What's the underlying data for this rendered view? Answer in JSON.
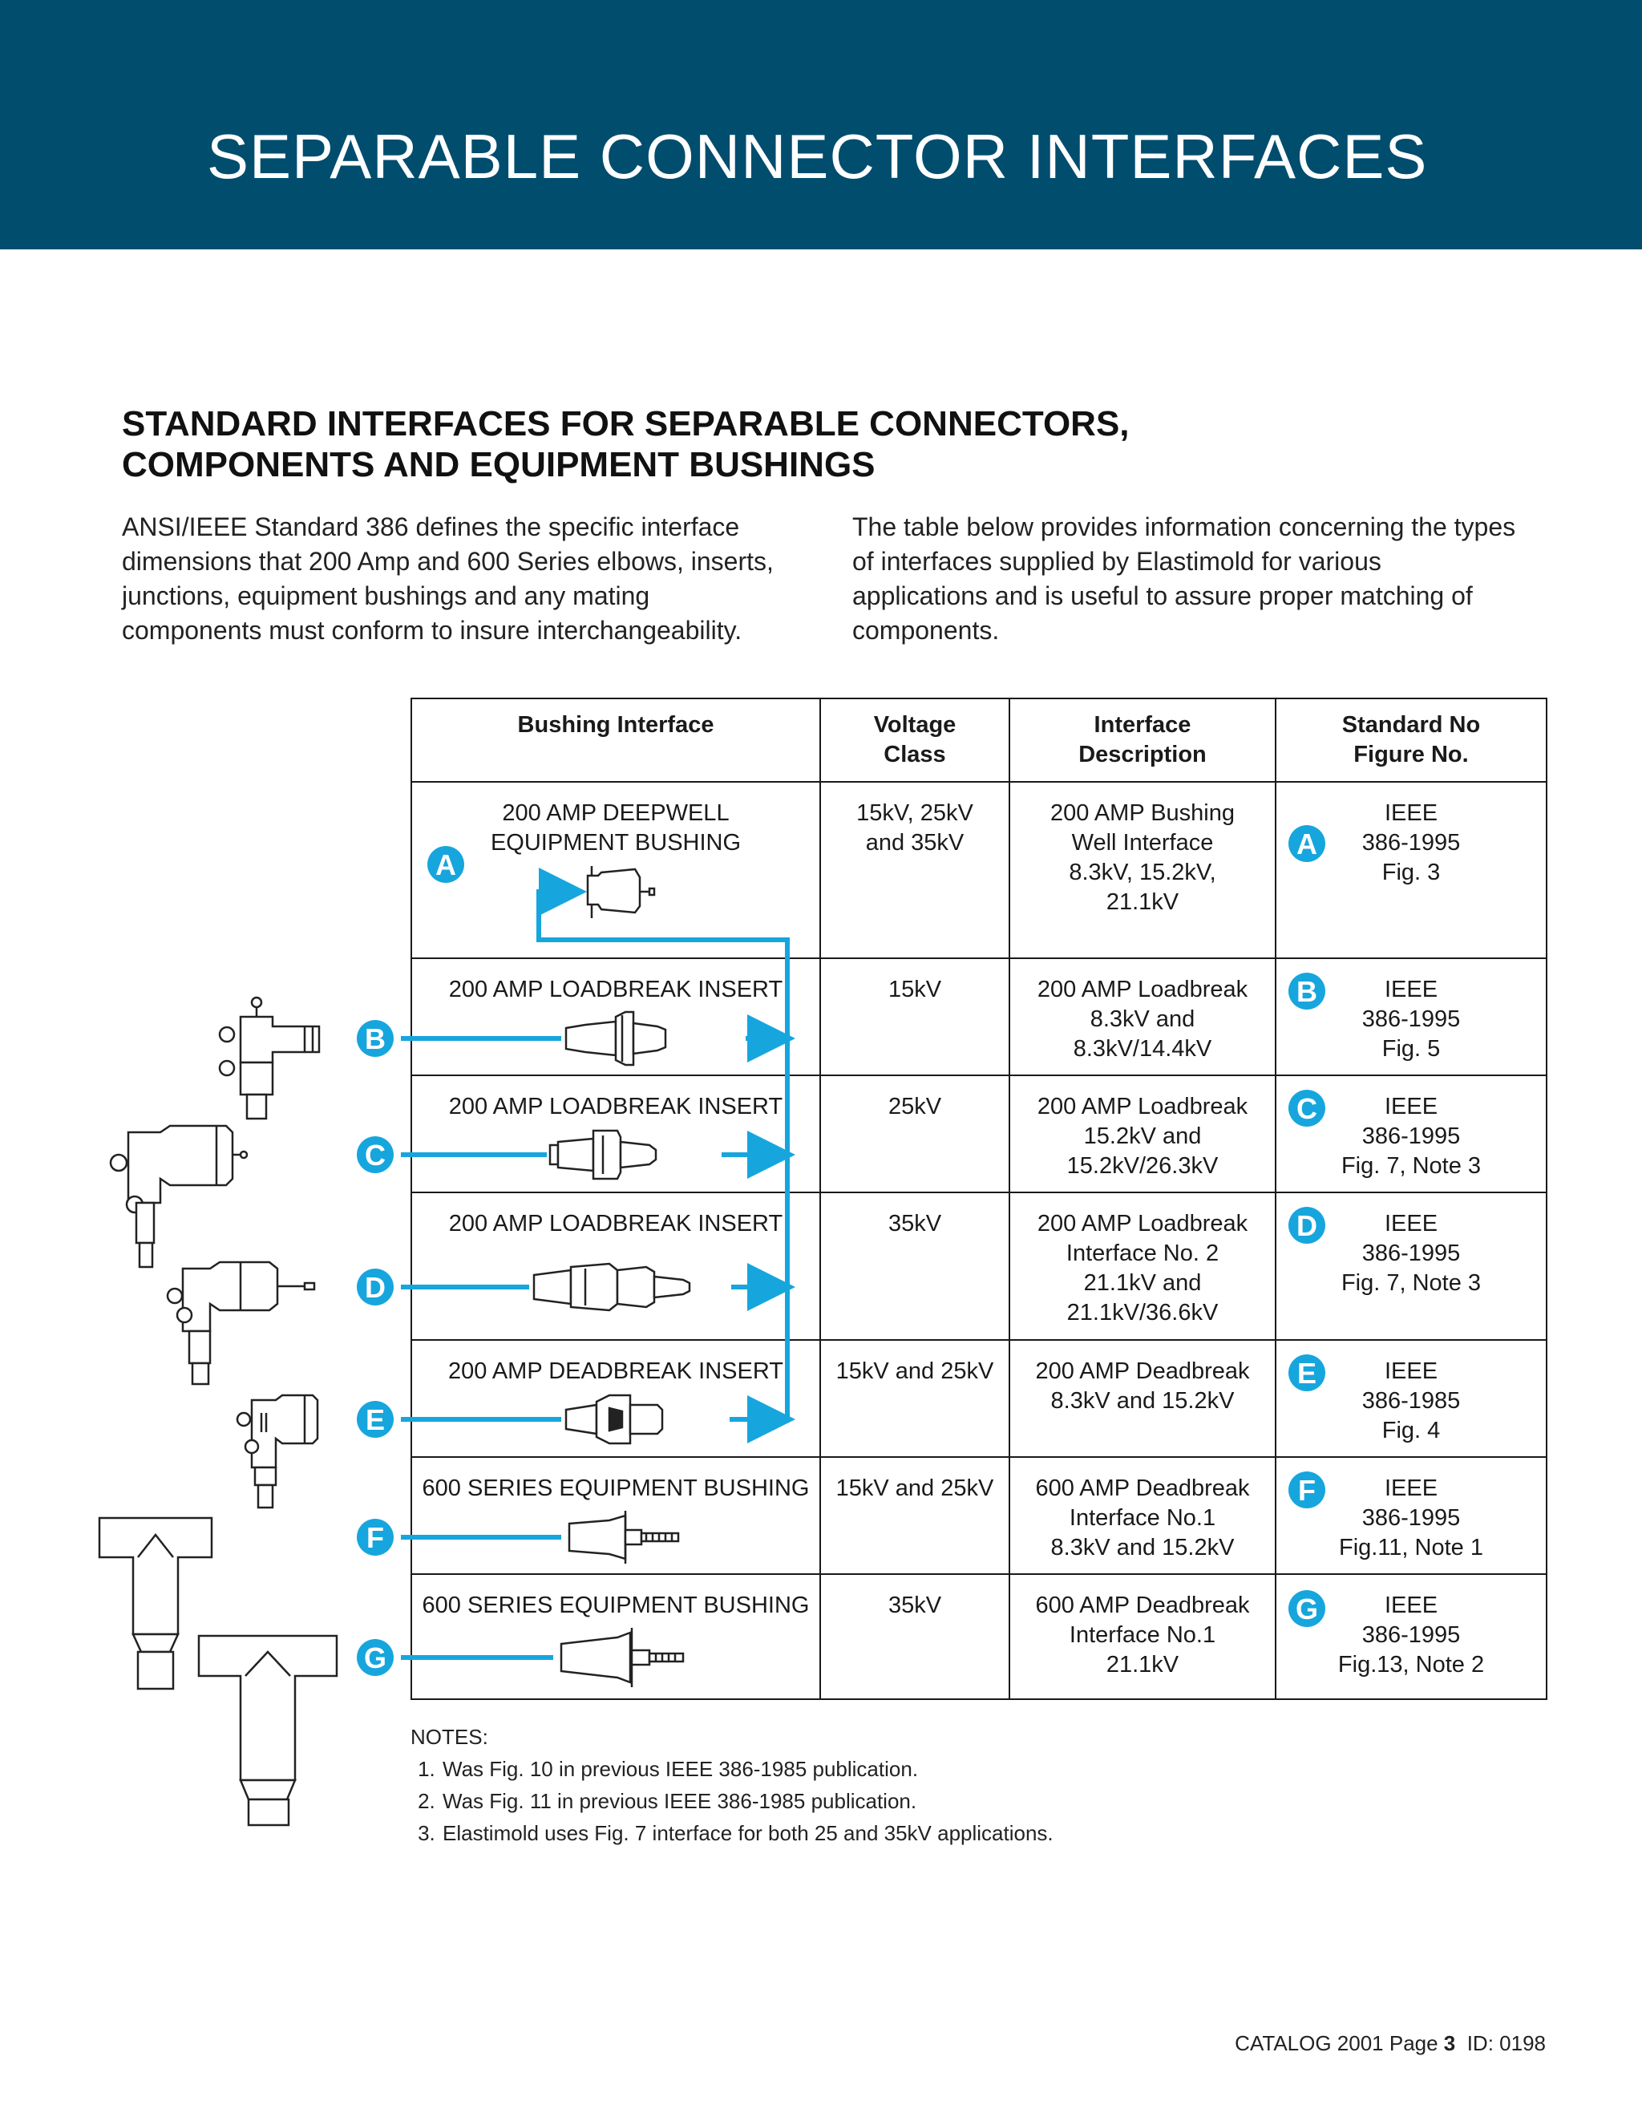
{
  "header": {
    "title": "SEPARABLE CONNECTOR INTERFACES"
  },
  "section": {
    "title_line1": "STANDARD INTERFACES FOR SEPARABLE CONNECTORS,",
    "title_line2": "COMPONENTS AND EQUIPMENT BUSHINGS",
    "intro": "ANSI/IEEE Standard 386 defines the specific interface dimensions that 200 Amp and 600 Series elbows, inserts, junctions, equipment bushings and any mating components must conform to insure interchangeability. The table below provides information concerning the types of interfaces supplied by Elastimold for various applications and is useful to assure proper matching of components."
  },
  "table": {
    "headers": {
      "bushing_line1": "Bushing Interface",
      "voltage_line1": "Voltage",
      "voltage_line2": "Class",
      "description_line1": "Interface",
      "description_line2": "Description",
      "standard_line1": "Standard No",
      "standard_line2": "Figure No."
    },
    "rows": [
      {
        "letter": "A",
        "bushing": [
          "200 AMP DEEPWELL",
          "EQUIPMENT BUSHING"
        ],
        "voltage": [
          "15kV, 25kV",
          "and 35kV"
        ],
        "description": [
          "200 AMP Bushing",
          "Well Interface",
          "8.3kV, 15.2kV,",
          "21.1kV"
        ],
        "standard": [
          "IEEE",
          "386-1995",
          "Fig. 3"
        ]
      },
      {
        "letter": "B",
        "bushing": [
          "200 AMP LOADBREAK INSERT"
        ],
        "voltage": [
          "15kV"
        ],
        "description": [
          "200 AMP Loadbreak",
          "8.3kV and",
          "8.3kV/14.4kV"
        ],
        "standard": [
          "IEEE",
          "386-1995",
          "Fig. 5"
        ]
      },
      {
        "letter": "C",
        "bushing": [
          "200 AMP LOADBREAK INSERT"
        ],
        "voltage": [
          "25kV"
        ],
        "description": [
          "200 AMP Loadbreak",
          "15.2kV and",
          "15.2kV/26.3kV"
        ],
        "standard": [
          "IEEE",
          "386-1995",
          "Fig. 7, Note 3"
        ]
      },
      {
        "letter": "D",
        "bushing": [
          "200 AMP LOADBREAK INSERT"
        ],
        "voltage": [
          "35kV"
        ],
        "description": [
          "200 AMP Loadbreak",
          "Interface No. 2",
          "21.1kV and",
          "21.1kV/36.6kV"
        ],
        "standard": [
          "IEEE",
          "386-1995",
          "Fig. 7, Note 3"
        ]
      },
      {
        "letter": "E",
        "bushing": [
          "200 AMP DEADBREAK INSERT"
        ],
        "voltage": [
          "15kV and 25kV"
        ],
        "description": [
          "200 AMP Deadbreak",
          "8.3kV and 15.2kV"
        ],
        "standard": [
          "IEEE",
          "386-1985",
          "Fig. 4"
        ]
      },
      {
        "letter": "F",
        "bushing": [
          "600 SERIES EQUIPMENT BUSHING"
        ],
        "voltage": [
          "15kV and 25kV"
        ],
        "description": [
          "600 AMP Deadbreak",
          "Interface No.1",
          "8.3kV and 15.2kV"
        ],
        "standard": [
          "IEEE",
          "386-1995",
          "Fig.11, Note 1"
        ]
      },
      {
        "letter": "G",
        "bushing": [
          "600 SERIES EQUIPMENT BUSHING"
        ],
        "voltage": [
          "35kV"
        ],
        "description": [
          "600 AMP Deadbreak",
          "Interface No.1",
          "21.1kV"
        ],
        "standard": [
          "IEEE",
          "386-1995",
          "Fig.13, Note 2"
        ]
      }
    ]
  },
  "badges": {
    "a": "A",
    "b": "B",
    "c": "C",
    "d": "D",
    "e": "E",
    "f": "F",
    "g": "G"
  },
  "notes": {
    "title": "NOTES:",
    "items": [
      "Was Fig. 10 in previous IEEE 386-1985 publication.",
      "Was Fig. 11 in previous IEEE 386-1985 publication.",
      "Elastimold uses Fig. 7 interface for both 25 and 35kV applications."
    ]
  },
  "footer": {
    "prefix": "CATALOG 2001 Page ",
    "page": "3",
    "suffix": "  ID: 0198"
  },
  "colors": {
    "banner": "#004d6e",
    "accent": "#16a6dd",
    "text": "#1a1a1a"
  }
}
